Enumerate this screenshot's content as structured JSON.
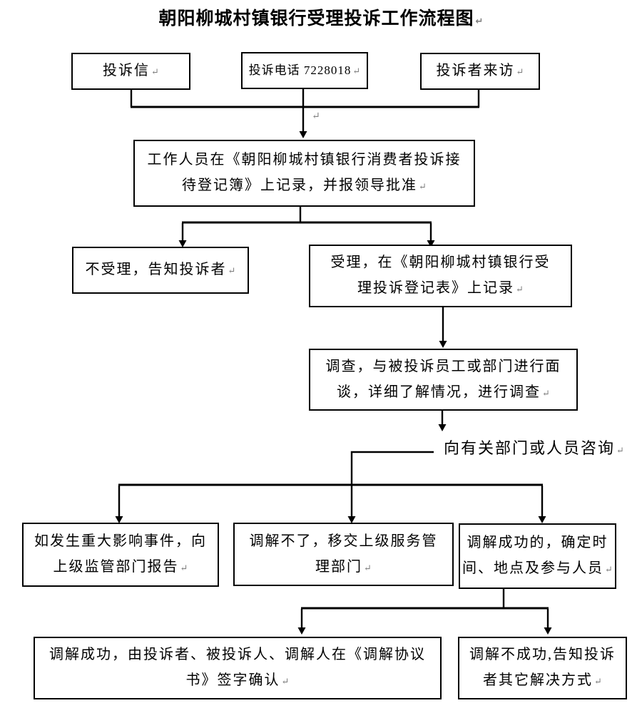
{
  "title": {
    "text": "朝阳柳城村镇银行受理投诉工作流程图"
  },
  "glyphs": {
    "return_mark": "↵"
  },
  "colors": {
    "line": "#000000",
    "text": "#000000",
    "return_mark": "#808080",
    "background": "#ffffff"
  },
  "nodes": {
    "letter": {
      "lines": [
        "投诉信"
      ]
    },
    "phone": {
      "lines": [
        "投诉电话 7228018"
      ]
    },
    "visitor": {
      "lines": [
        "投诉者来访"
      ]
    },
    "register": {
      "lines": [
        "工作人员在《朝阳柳城村镇银行消费者投诉接",
        "待登记簿》上记录，并报领导批准"
      ]
    },
    "reject": {
      "lines": [
        "不受理，告知投诉者"
      ]
    },
    "accept": {
      "lines": [
        "受理，在《朝阳柳城村镇银行受",
        "理投诉登记表》上记录"
      ]
    },
    "investigate": {
      "lines": [
        "调查，与被投诉员工或部门进行面",
        "谈，详细了解情况，进行调查"
      ]
    },
    "consult": {
      "lines": [
        "向有关部门或人员咨询"
      ]
    },
    "report": {
      "lines": [
        "如发生重大影响事件，向",
        "上级监管部门报告"
      ]
    },
    "transfer": {
      "lines": [
        "调解不了，移交上级服务管",
        "理部门"
      ]
    },
    "schedule": {
      "lines": [
        "调解成功的，确定时",
        "间、地点及参与人员"
      ]
    },
    "sign": {
      "lines": [
        "调解成功，由投诉者、被投诉人、调解人在《调解协议",
        "书》签字确认"
      ]
    },
    "fail": {
      "lines": [
        "调解不成功,告知投诉",
        "者其它解决方式"
      ]
    }
  }
}
